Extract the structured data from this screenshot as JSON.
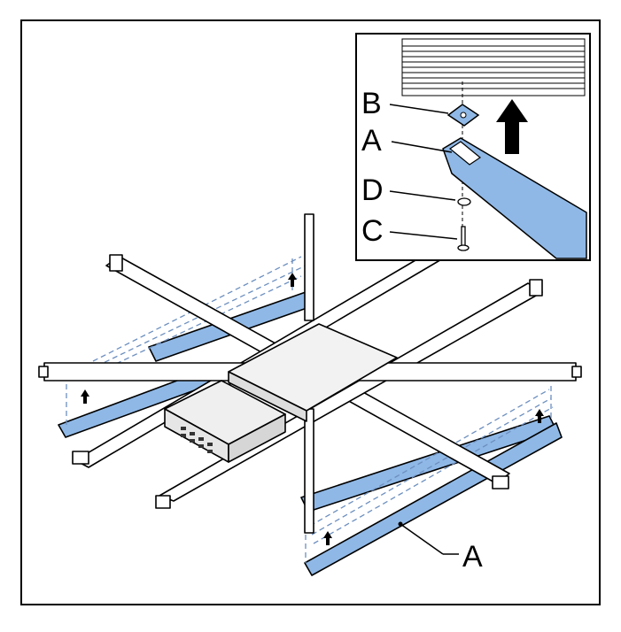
{
  "labels": {
    "inset_b": "B",
    "inset_a": "A",
    "inset_d": "D",
    "inset_c": "C",
    "main_a": "A"
  },
  "colors": {
    "rail_blue": "#8fb8e6",
    "outline": "#000000",
    "dashed": "#6c8fbf",
    "frame_fill": "#ffffff",
    "control_box": "#e6e6e6"
  }
}
